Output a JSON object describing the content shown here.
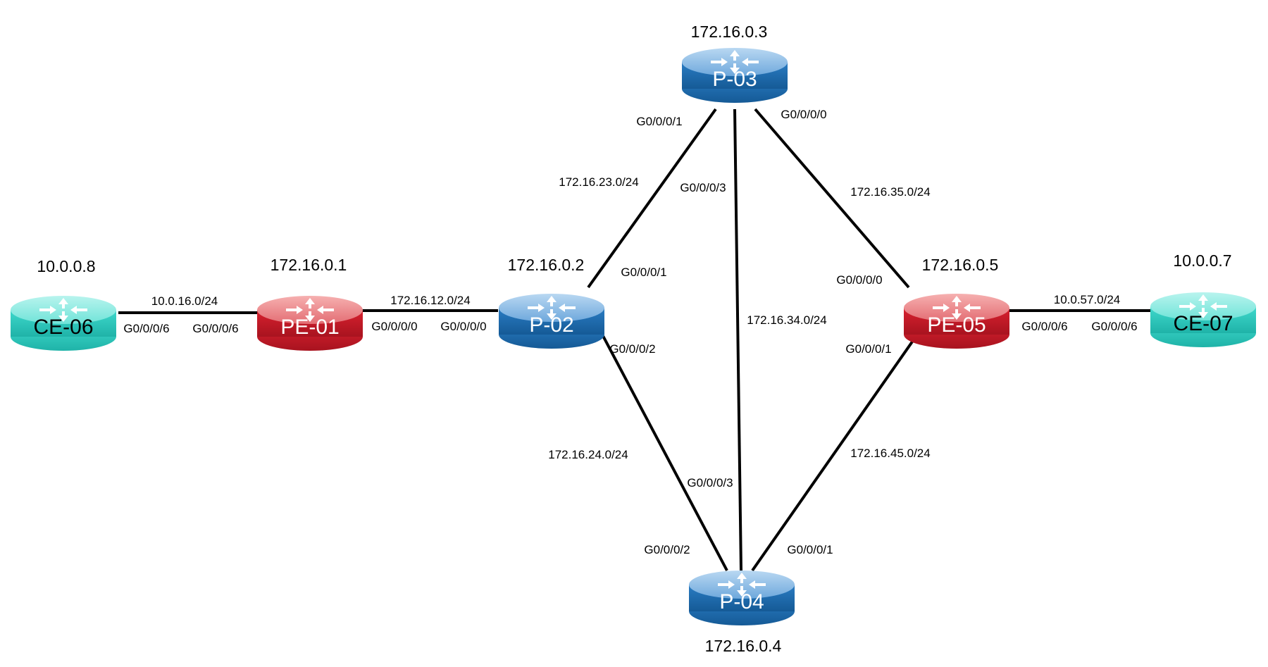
{
  "colors": {
    "core_router": "#1f6fb5",
    "edge_router": "#c81e2e",
    "customer_router": "#2ccfc3",
    "link": "#000000"
  },
  "routers": {
    "ce06": {
      "name": "CE-06",
      "loopback": "10.0.0.8",
      "role": "customer",
      "icon": "router-icon"
    },
    "pe01": {
      "name": "PE-01",
      "loopback": "172.16.0.1",
      "role": "edge",
      "icon": "router-icon"
    },
    "p02": {
      "name": "P-02",
      "loopback": "172.16.0.2",
      "role": "core",
      "icon": "router-icon"
    },
    "p03": {
      "name": "P-03",
      "loopback": "172.16.0.3",
      "role": "core",
      "icon": "router-icon"
    },
    "p04": {
      "name": "P-04",
      "loopback": "172.16.0.4",
      "role": "core",
      "icon": "router-icon"
    },
    "pe05": {
      "name": "PE-05",
      "loopback": "172.16.0.5",
      "role": "edge",
      "icon": "router-icon"
    },
    "ce07": {
      "name": "CE-07",
      "loopback": "10.0.0.7",
      "role": "customer",
      "icon": "router-icon"
    }
  },
  "links": {
    "ce06_pe01": {
      "subnet": "10.0.16.0/24",
      "a_if": "G0/0/0/6",
      "b_if": "G0/0/0/6"
    },
    "pe01_p02": {
      "subnet": "172.16.12.0/24",
      "a_if": "G0/0/0/0",
      "b_if": "G0/0/0/0"
    },
    "p02_p03": {
      "subnet": "172.16.23.0/24",
      "a_if": "G0/0/0/1",
      "b_if": "G0/0/0/1"
    },
    "p02_p04": {
      "subnet": "172.16.24.0/24",
      "a_if": "G0/0/0/2",
      "b_if": "G0/0/0/2"
    },
    "p03_p04": {
      "subnet": "172.16.34.0/24",
      "a_if": "G0/0/0/3",
      "b_if": "G0/0/0/3"
    },
    "p03_pe05": {
      "subnet": "172.16.35.0/24",
      "a_if": "G0/0/0/0",
      "b_if": "G0/0/0/0"
    },
    "p04_pe05": {
      "subnet": "172.16.45.0/24",
      "a_if": "G0/0/0/1",
      "b_if": "G0/0/0/1"
    },
    "pe05_ce07": {
      "subnet": "10.0.57.0/24",
      "a_if": "G0/0/0/6",
      "b_if": "G0/0/0/6"
    }
  }
}
